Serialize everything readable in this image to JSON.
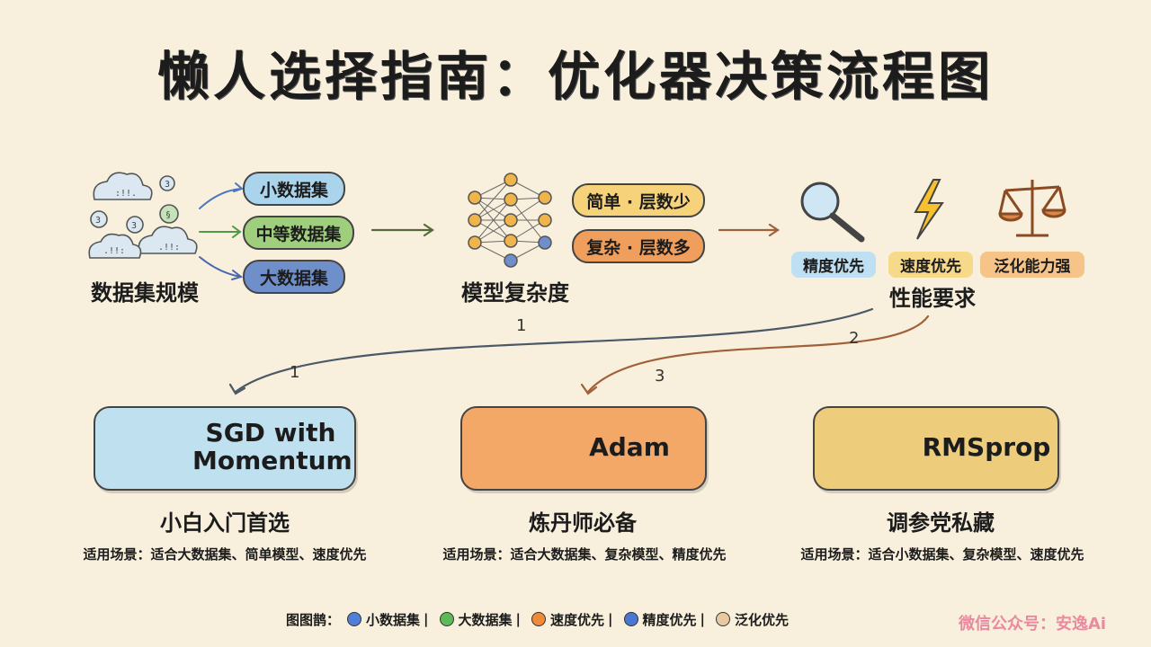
{
  "title": "懒人选择指南：优化器决策流程图",
  "stage1": {
    "label": "数据集规模",
    "options": [
      "小数据集",
      "中等数据集",
      "大数据集"
    ]
  },
  "stage2": {
    "label": "模型复杂度",
    "options": [
      "简单 · 层数少",
      "复杂 · 层数多"
    ]
  },
  "stage3": {
    "label": "性能要求",
    "options": [
      "精度优先",
      "速度优先",
      "泛化能力强"
    ]
  },
  "arrow_numbers": [
    "1",
    "2",
    "1",
    "3"
  ],
  "results": [
    {
      "name_line1": "SGD with",
      "name_line2": "Momentum",
      "subtitle": "小白入门首选",
      "scene": "适用场景：适合大数据集、简单模型、速度优先"
    },
    {
      "name_line1": "Adam",
      "name_line2": "",
      "subtitle": "炼丹师必备",
      "scene": "适用场景：适合大数据集、复杂模型、精度优先"
    },
    {
      "name_line1": "RMSprop",
      "name_line2": "",
      "subtitle": "调参党私藏",
      "scene": "适用场景：适合小数据集、复杂模型、速度优先"
    }
  ],
  "legend": {
    "prefix": "图图鹊：",
    "items": [
      {
        "label": "小数据集",
        "color": "#4f7fd6"
      },
      {
        "label": "大数据集",
        "color": "#5fb85a"
      },
      {
        "label": "速度优先",
        "color": "#ee8a3a"
      },
      {
        "label": "精度优先",
        "color": "#4a78d0"
      },
      {
        "label": "泛化优先",
        "color": "#e8c9a0"
      }
    ],
    "separator": "|"
  },
  "watermark": "微信公众号：安逸Ai",
  "colors": {
    "background": "#f8f0dc",
    "blue_card": "#bfe0ef",
    "orange_card": "#f3a868",
    "yellow_card": "#edcc7c"
  }
}
